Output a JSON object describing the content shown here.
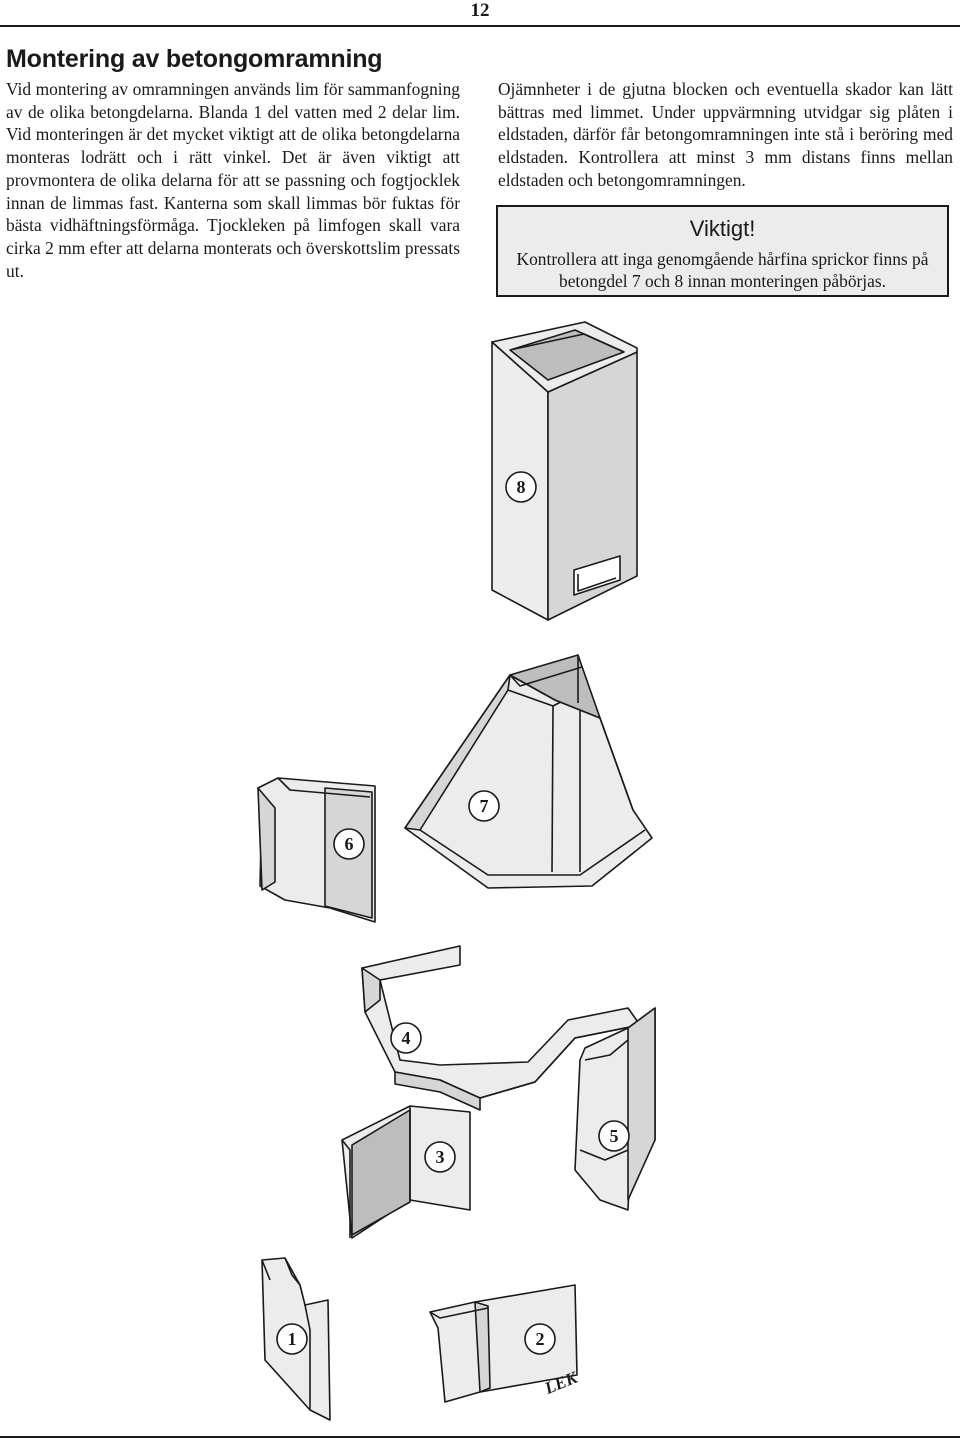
{
  "page": {
    "number": "12"
  },
  "heading": {
    "title": "Montering av betongomramning"
  },
  "body": {
    "left_paragraph": "Vid montering av omramningen används lim för sammanfogning av de olika betongdelarna. Blanda 1 del vatten med 2 delar lim. Vid monteringen är det mycket viktigt att de olika betongdelarna monteras lodrätt och i rätt vinkel. Det är även viktigt att provmontera de olika delarna för att se passning och fogtjocklek innan de limmas fast. Kanterna som skall limmas bör fuktas för bästa vidhäftningsförmåga. Tjockleken på limfogen skall vara cirka 2 mm efter att delarna monterats och överskottslim pressats ut.",
    "right_paragraph": "Ojämnheter i de gjutna blocken och eventuella skador kan lätt bättras med limmet. Under uppvärmning utvidgar sig plåten i eldstaden, därför får betongomramningen inte stå i beröring med eldstaden. Kontrollera att minst 3 mm distans finns mellan eldstaden och betongomramningen."
  },
  "notice": {
    "heading": "Viktigt!",
    "text": "Kontrollera att inga genomgående hårfina sprickor finns på betongdel 7 och 8 innan monteringen påbörjas."
  },
  "diagram": {
    "parts": [
      {
        "label": "8",
        "icon": "chimney-top-part"
      },
      {
        "label": "7",
        "icon": "hood-part"
      },
      {
        "label": "6",
        "icon": "left-panel-part"
      },
      {
        "label": "4",
        "icon": "arch-part"
      },
      {
        "label": "5",
        "icon": "right-pillar-part"
      },
      {
        "label": "3",
        "icon": "left-pillar-part"
      },
      {
        "label": "1",
        "icon": "left-base-part"
      },
      {
        "label": "2",
        "icon": "right-base-part"
      }
    ],
    "stamp_text": "LEK"
  },
  "colors": {
    "ink": "#1a1a1a",
    "fill_light": "#ececec",
    "fill_mid": "#d6d6d6",
    "fill_dark": "#bdbdbd"
  }
}
